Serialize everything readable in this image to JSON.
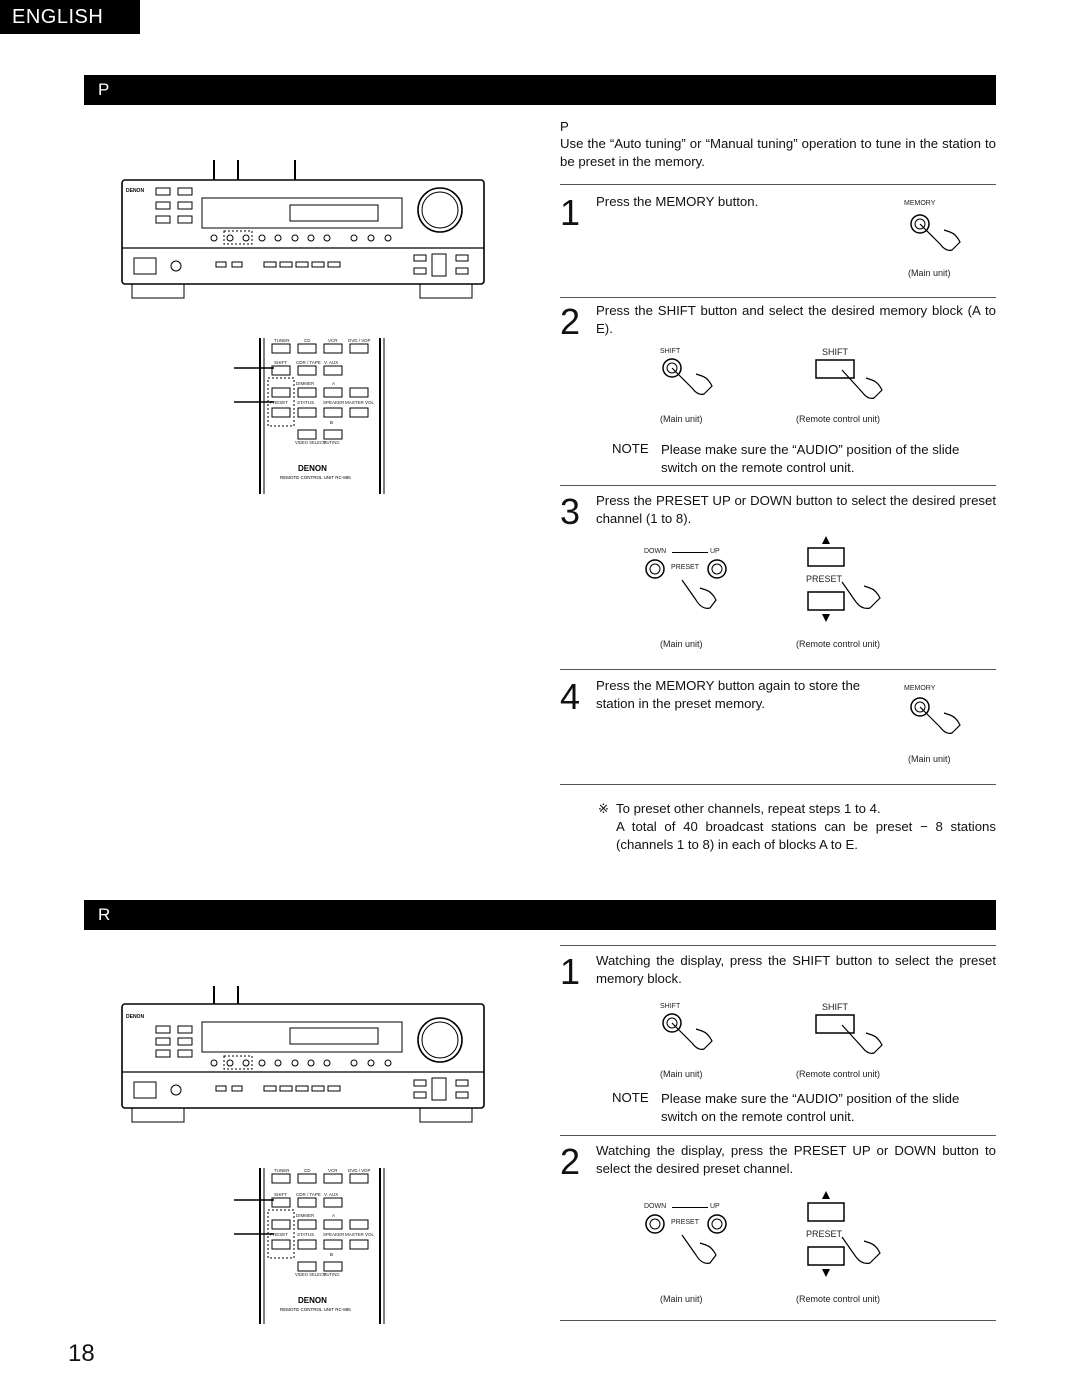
{
  "language_tab": "ENGLISH",
  "section1": {
    "heading": "P",
    "subheading": "P",
    "intro": "Use the “Auto tuning” or “Manual tuning” operation to tune in the station to be preset in the memory.",
    "steps": [
      {
        "num": "1",
        "text": "Press the MEMORY button.",
        "button_label": "MEMORY",
        "caption_main": "(Main unit)"
      },
      {
        "num": "2",
        "text": "Press the SHIFT button and select the desired memory block (A to E).",
        "button_label_main": "SHIFT",
        "button_label_remote": "SHIFT",
        "caption_main": "(Main unit)",
        "caption_remote": "(Remote control unit)"
      },
      {
        "num": "3",
        "text": "Press the PRESET UP or DOWN button to select the desired preset channel (1 to 8).",
        "down_label": "DOWN",
        "up_label": "UP",
        "preset_label": "PRESET",
        "remote_preset_label": "PRESET",
        "caption_main": "(Main unit)",
        "caption_remote": "(Remote control unit)"
      },
      {
        "num": "4",
        "text": "Press the MEMORY button again to store the station in the preset memory.",
        "button_label": "MEMORY",
        "caption_main": "(Main unit)"
      }
    ],
    "note": {
      "label": "NOTE",
      "text": "Please make sure the “AUDIO” position of the slide switch on the remote control unit."
    },
    "footnote_mark": "※",
    "footnote_line1": "To preset other channels, repeat steps 1 to 4.",
    "footnote_line2": "A total of 40 broadcast stations can be preset − 8 stations (channels 1 to 8) in each of blocks A to E."
  },
  "section2": {
    "heading": "R",
    "steps": [
      {
        "num": "1",
        "text": "Watching the display, press the SHIFT button to select the preset memory block.",
        "button_label_main": "SHIFT",
        "button_label_remote": "SHIFT",
        "caption_main": "(Main unit)",
        "caption_remote": "(Remote control unit)"
      },
      {
        "num": "2",
        "text": "Watching the display, press the PRESET UP or DOWN button to select the desired preset channel.",
        "down_label": "DOWN",
        "up_label": "UP",
        "preset_label": "PRESET",
        "remote_preset_label": "PRESET",
        "caption_main": "(Main unit)",
        "caption_remote": "(Remote control unit)"
      }
    ],
    "note": {
      "label": "NOTE",
      "text": "Please make sure the “AUDIO” position of the slide switch on the remote control unit."
    }
  },
  "receiver": {
    "brand": "DENON"
  },
  "remote": {
    "brand": "DENON",
    "model": "REMOTE CONTROL UNIT  RC-885",
    "row_top": [
      "TUNER",
      "CD",
      "VCR",
      "DVD / VDP"
    ],
    "row1": [
      "SHIFT",
      "CDR / TAPE",
      "V. AUX"
    ],
    "row2": [
      "DIMMER",
      "A"
    ],
    "row3": [
      "PRESET",
      "STATUS",
      "SPEAKER",
      "MASTER VOL"
    ],
    "row4": [
      "B"
    ],
    "row5": [
      "VIDEO SELECT",
      "MUTING"
    ]
  },
  "page_number": "18"
}
